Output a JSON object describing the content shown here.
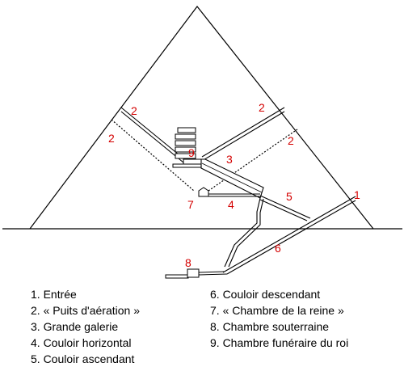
{
  "diagram": {
    "labels": {
      "n1": "1",
      "n2a": "2",
      "n2b": "2",
      "n2c": "2",
      "n2d": "2",
      "n3": "3",
      "n4": "4",
      "n5": "5",
      "n6": "6",
      "n7": "7",
      "n8": "8",
      "n9": "9"
    },
    "colors": {
      "label": "#d40000",
      "line": "#000000"
    }
  },
  "legend": {
    "left": [
      "1. Entrée",
      "2. « Puits d'aération »",
      "3. Grande galerie",
      "4. Couloir horizontal",
      "5. Couloir ascendant"
    ],
    "right": [
      "6. Couloir descendant",
      "7. « Chambre de la reine »",
      "8. Chambre souterraine",
      "9. Chambre funéraire du roi"
    ]
  }
}
